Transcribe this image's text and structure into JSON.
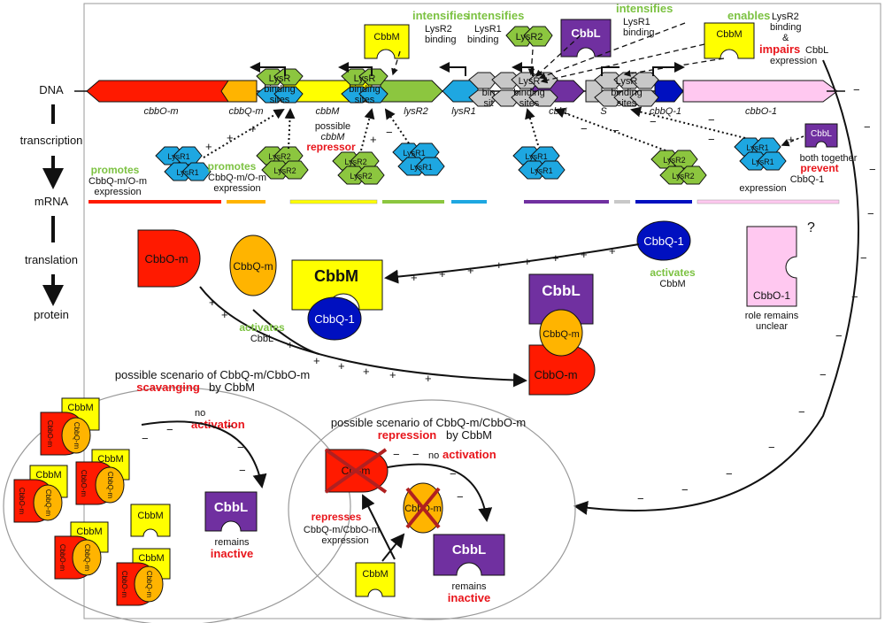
{
  "colors": {
    "cbbOm": "#ff1a00",
    "cbbQm": "#ffb400",
    "cbbM": "#ffff00",
    "lysR2": "#8cc63f",
    "lysR1": "#1ea7e1",
    "cbbL": "#7030a0",
    "cbbQ1": "#0010c0",
    "cbbO1": "#ffc8f0",
    "grey": "#c8c8c8",
    "green_text": "#7cc242",
    "red_text": "#e8151b"
  },
  "levels": {
    "dna": "DNA",
    "transcription": "transcription",
    "mrna": "mRNA",
    "translation": "translation",
    "protein": "protein"
  },
  "genes": {
    "cbbOm": "cbbO-m",
    "cbbQm": "cbbQ-m",
    "cbbM": "cbbM",
    "lysR2": "lysR2",
    "lysR1": "lysR1",
    "cbbL": "cbbL",
    "cbbQ1": "cbbQ-1",
    "cbbO1": "cbbO-1",
    "s": "S"
  },
  "binding": {
    "l1": "LysR",
    "l2": "binding",
    "l3": "sites",
    "bin": "bin",
    "sit": "sit"
  },
  "proteins": {
    "lysR1": "LysR1",
    "lysR2": "LysR2",
    "cbbM": "CbbM",
    "cbbL": "CbbL",
    "cbbOm": "CbbO-m",
    "cbbQm": "CbbQ-m",
    "cbbQ1": "CbbQ-1",
    "cbbO1": "CbbO-1",
    "cbbQm_x": "CbbQ-m",
    "cbbOm_x": "Cb  -m"
  },
  "top_labels": {
    "t1_green": "intensifies",
    "t1_a": "LysR2",
    "t1_b": "binding",
    "t2_green": "intensifies",
    "t2_a": "LysR1",
    "t2_b": "binding",
    "t3_green": "intensifies",
    "t3_a": "LysR1",
    "t3_b": "binding",
    "t4_green": "enables",
    "t4_a": "LysR2",
    "t4_b": "binding",
    "t4_c": "&",
    "t4_red": "impairs",
    "t4_d": "CbbL",
    "t4_e": "expression"
  },
  "mid_labels": {
    "promotes1": "promotes",
    "promotes1_a": "CbbQ-m/O-m",
    "promotes1_b": "expression",
    "promotes2": "promotes",
    "promotes2_a": "CbbQ-m/O-m",
    "promotes2_b": "expression",
    "possible": "possible",
    "cbbm_it": "cbbM",
    "repressor": "repressor",
    "both": "both together",
    "prevent": "prevent",
    "cbbq1": "CbbQ-1",
    "expr": "expression"
  },
  "protein_labels": {
    "activates_q1": "activates",
    "cbbm": "CbbM",
    "activates_l": "activates",
    "cbbl": "CbbL",
    "qmark": "?",
    "role1": "role remains",
    "role2": "unclear"
  },
  "scenario1": {
    "title": "possible scenario of CbbQ-m/CbbO-m",
    "red": "scavanging",
    "by": "by CbbM",
    "no": "no",
    "activation": "activation",
    "remains": "remains",
    "inactive": "inactive"
  },
  "scenario2": {
    "title": "possible scenario of CbbQ-m/CbbO-m",
    "red": "repression",
    "by": "by CbbM",
    "no": "no",
    "activation": "activation",
    "represses": "represses",
    "rep_a": "CbbQ-m/CbbO-m",
    "rep_b": "expression",
    "remains": "remains",
    "inactive": "inactive"
  },
  "signs": {
    "plus": "+",
    "minus": "−"
  }
}
